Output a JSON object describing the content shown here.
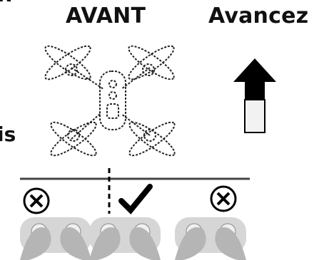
{
  "headings": {
    "left": "AVANT",
    "right": "Avancez"
  },
  "edge_fragments": {
    "top": "n",
    "middle": "is"
  },
  "colors": {
    "ink": "#111111",
    "arrow_dark": "#000000",
    "arrow_light": "#f2f2f2",
    "controller_gray": "#bdbdbd",
    "rule_line": "#444444"
  },
  "marks": {
    "wrong_left": "cross-circle-icon",
    "correct_center": "checkmark-icon",
    "wrong_right": "cross-circle-icon"
  }
}
